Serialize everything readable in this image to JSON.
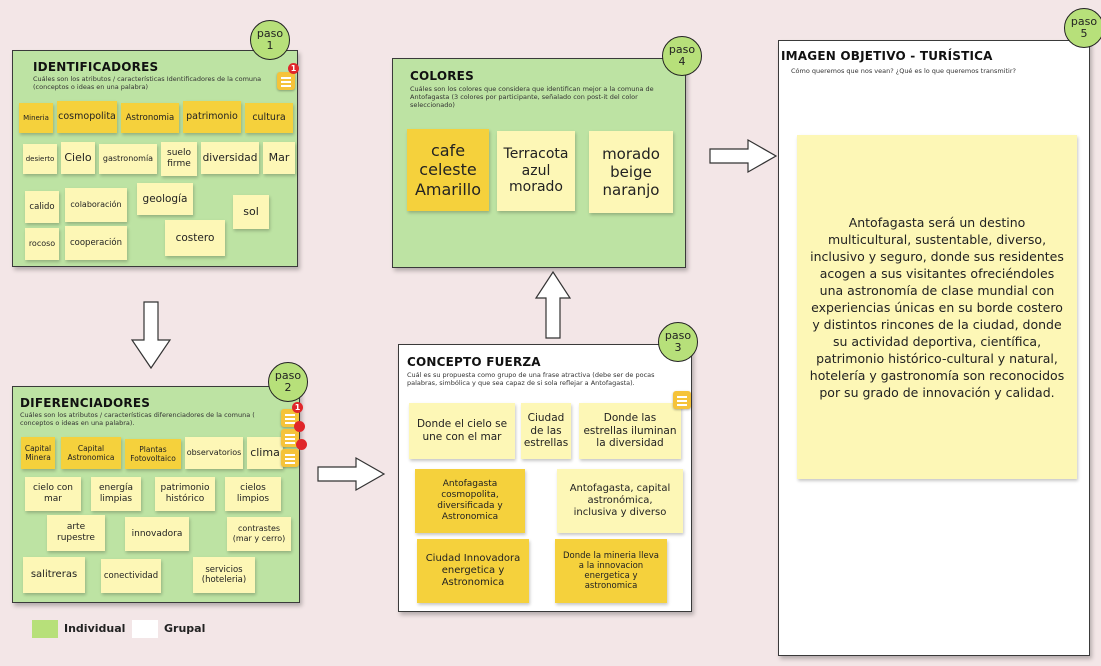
{
  "panels": {
    "identificadores": {
      "title": "IDENTIFICADORES",
      "subtitle": "Cuáles son los atributos / características Identificadores de la comuna (conceptos o ideas en una palabra)",
      "step": "paso\n1",
      "notif": "1",
      "notes": [
        "Mineria",
        "cosmopolita",
        "Astronomia",
        "patrimonio",
        "cultura",
        "desierto",
        "Cielo",
        "gastronomía",
        "suelo\nfirme",
        "diversidad",
        "Mar",
        "calido",
        "colaboración",
        "geología",
        "sol",
        "rocoso",
        "cooperación",
        "costero"
      ]
    },
    "diferenciadores": {
      "title": "DIFERENCIADORES",
      "subtitle": "Cuáles son los atributos / características diferenciadores de la comuna ( conceptos o ideas en una palabra).",
      "step": "paso\n2",
      "notif": "1",
      "notes": [
        "Capital\nMinera",
        "Capital\nAstronomica",
        "Plantas\nFotovoltaico",
        "observatorios",
        "clima",
        "cielo con\nmar",
        "energía\nlimpias",
        "patrimonio\nhistórico",
        "cielos\nlimpios",
        "arte\nrupestre",
        "innovadora",
        "contrastes\n(mar y cerro)",
        "salitreras",
        "conectividad",
        "servicios\n(hoteleria)"
      ]
    },
    "colores": {
      "title": "COLORES",
      "subtitle": "Cuáles son los colores que considera que identifican mejor a la comuna de Antofagasta (3 colores por participante, señalado con post-it del color seleccionado)",
      "step": "paso\n4",
      "notes": [
        "cafe\nceleste\nAmarillo",
        "Terracota\nazul\nmorado",
        "morado\nbeige\nnaranjo"
      ]
    },
    "concepto": {
      "title": "CONCEPTO FUERZA",
      "subtitle": "Cuál es su propuesta como grupo de una frase atractiva (debe ser de pocas palabras, simbólica y que sea capaz de si sola reflejar a Antofagasta).",
      "step": "paso\n3",
      "notes": [
        "Donde el cielo se\nune con el mar",
        "Ciudad\nde las\nestrellas",
        "Donde las\nestrellas iluminan\nla diversidad",
        "Antofagasta\ncosmopolita,\ndiversificada y\nAstronomica",
        "Antofagasta, capital\nastronómica,\ninclusiva y diverso",
        "Ciudad Innovadora\nenergetica y\nAstronomica",
        "Donde la mineria lleva\na la innovacion\nenergetica y\nastronomica"
      ]
    },
    "imagen": {
      "title": "IMAGEN OBJETIVO - TURÍSTICA",
      "subtitle": "Cómo queremos que nos vean?  ¿Qué es lo que queremos transmitir?",
      "step": "paso\n5",
      "text": "Antofagasta será un destino multicultural, sustentable, diverso, inclusivo y seguro, donde sus residentes acogen a sus visitantes ofreciéndoles una astronomía de clase mundial con experiencias únicas en su borde costero y distintos rincones de la ciudad, donde su actividad deportiva, científica, patrimonio histórico-cultural y natural, hotelería y gastronomía son reconocidos por su grado de innovación y calidad."
    }
  },
  "legend": {
    "individual": "Individual",
    "grupal": "Grupal"
  },
  "colors": {
    "green": "#bde3a3",
    "white": "#ffffff",
    "sticky_light": "#fdf7b6",
    "sticky_dark": "#f5d13c"
  }
}
